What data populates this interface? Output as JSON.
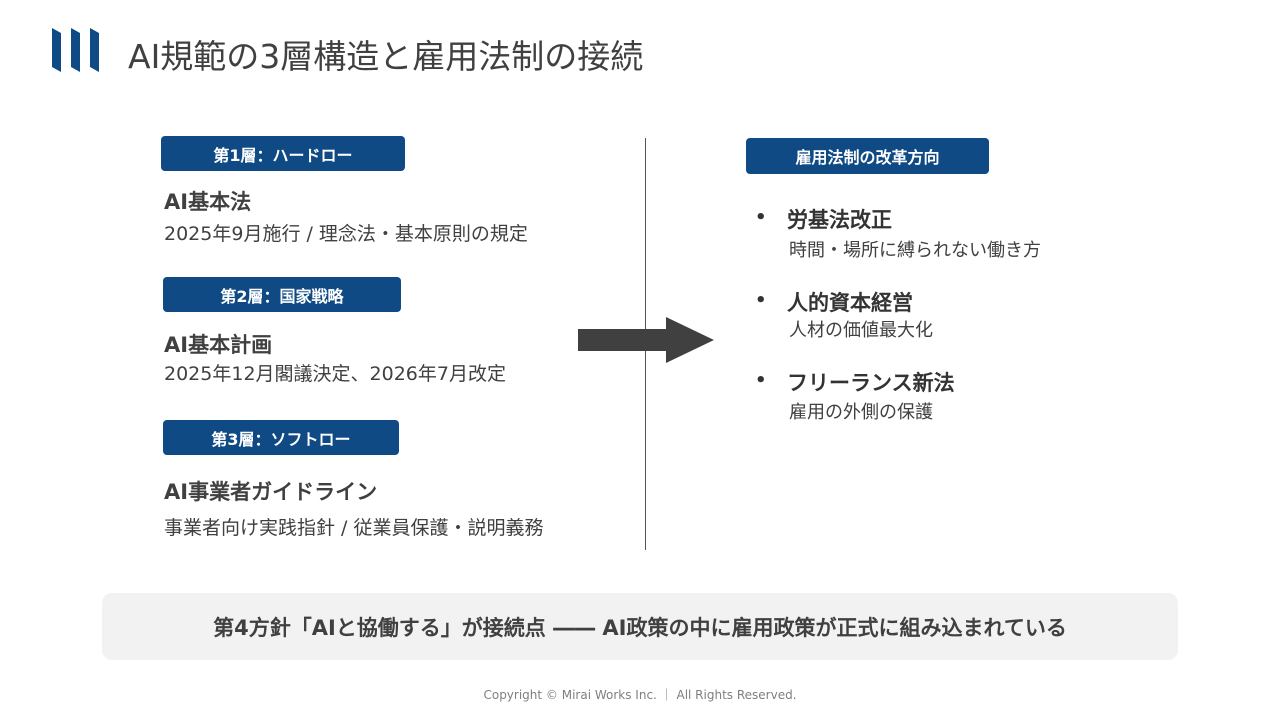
{
  "header": {
    "title": "AI規範の3層構造と雇用法制の接続"
  },
  "layers": [
    {
      "badge": "第1層：ハードロー",
      "name": "AI基本法",
      "desc": "2025年9月施行 / 理念法・基本原則の規定"
    },
    {
      "badge": "第2層：国家戦略",
      "name": "AI基本計画",
      "desc": "2025年12月閣議決定、2026年7月改定"
    },
    {
      "badge": "第3層：ソフトロー",
      "name": "AI事業者ガイドライン",
      "desc": "事業者向け実践指針 / 従業員保護・説明義務"
    }
  ],
  "reform": {
    "badge": "雇用法制の改革方向",
    "items": [
      {
        "bullet": "•",
        "head": "労基法改正",
        "sub": "時間・場所に縛られない働き方"
      },
      {
        "bullet": "•",
        "head": "人的資本経営",
        "sub": "人材の価値最大化"
      },
      {
        "bullet": "•",
        "head": "フリーランス新法",
        "sub": "雇用の外側の保護"
      }
    ]
  },
  "banner": {
    "text": "第4方針「AIと協働する」が接続点 ―― AI政策の中に雇用政策が正式に組み込まれている"
  },
  "footer": {
    "copyright": "Copyright © Mirai Works Inc. ｜ All Rights Reserved."
  },
  "colors": {
    "badge_bg": "#0f4a85",
    "text": "#404040",
    "arrow": "#404040",
    "banner_bg": "#f2f2f2"
  },
  "icons": {
    "logo": "mirai-works-logo-icon",
    "arrow": "right-arrow-icon"
  }
}
